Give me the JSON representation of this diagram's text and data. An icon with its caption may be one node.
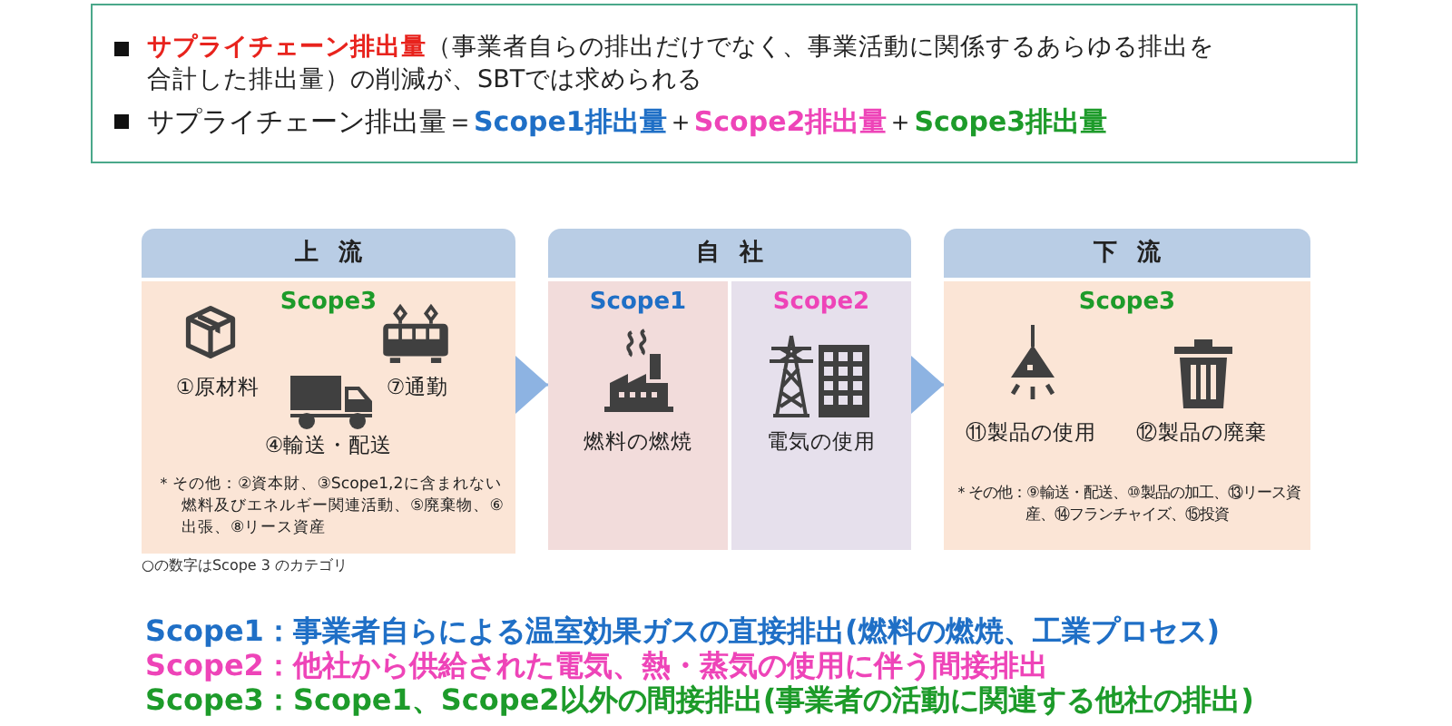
{
  "diagram": {
    "nodes": [
      {
        "text": [
          "**サプライチェーン排出量**（事業者自らの排出だけでなく、事業活動に関係するあらゆる排出を合計した排出量）の削減が、SBTでは求められる",
          "サプライチェーン排出量＝**Scope1排出量**＋**Scope2排出量**＋**Scope3排出量**"
        ]
      },
      {
        "text": [
          "上 流"
        ]
      },
      {
        "text": [
          "Scope3",
          "①原材料",
          "⑦通勤",
          "④輸送・配送",
          "＊その他：②資本財、③Scope1,2に含まれない燃料及びエネルギー関連活動、⑤廃棄物、⑥出張、⑧リース資産"
        ]
      },
      {
        "text": [
          "自 社"
        ]
      },
      {
        "text": [
          "Scope1",
          "燃料の燃焼"
        ]
      },
      {
        "text": [
          "Scope2",
          "電気の使用"
        ]
      },
      {
        "text": [
          "下 流"
        ]
      },
      {
        "text": [
          "Scope3",
          "⑪製品の使用",
          "⑫製品の廃棄",
          "＊その他：⑨輸送・配送、⑩製品の加工、⑬リース資産、⑭フランチャイズ、⑮投資"
        ]
      }
    ],
    "edges": [
      {
        "from": 2,
        "to": 4,
        "arrow": "to"
      },
      {
        "from": 5,
        "to": 7,
        "arrow": "to"
      }
    ],
    "labels": [
      "○の数字はScope 3 のカテゴリ",
      "Scope1：事業者自らによる温室効果ガスの直接排出(燃料の燃焼、工業プロセス)",
      "Scope2：他社から供給された電気、熱・蒸気の使用に伴う間接排出",
      "Scope3：Scope1、Scope2以外の間接排出(事業者の活動に関連する他社の排出)"
    ]
  }
}
